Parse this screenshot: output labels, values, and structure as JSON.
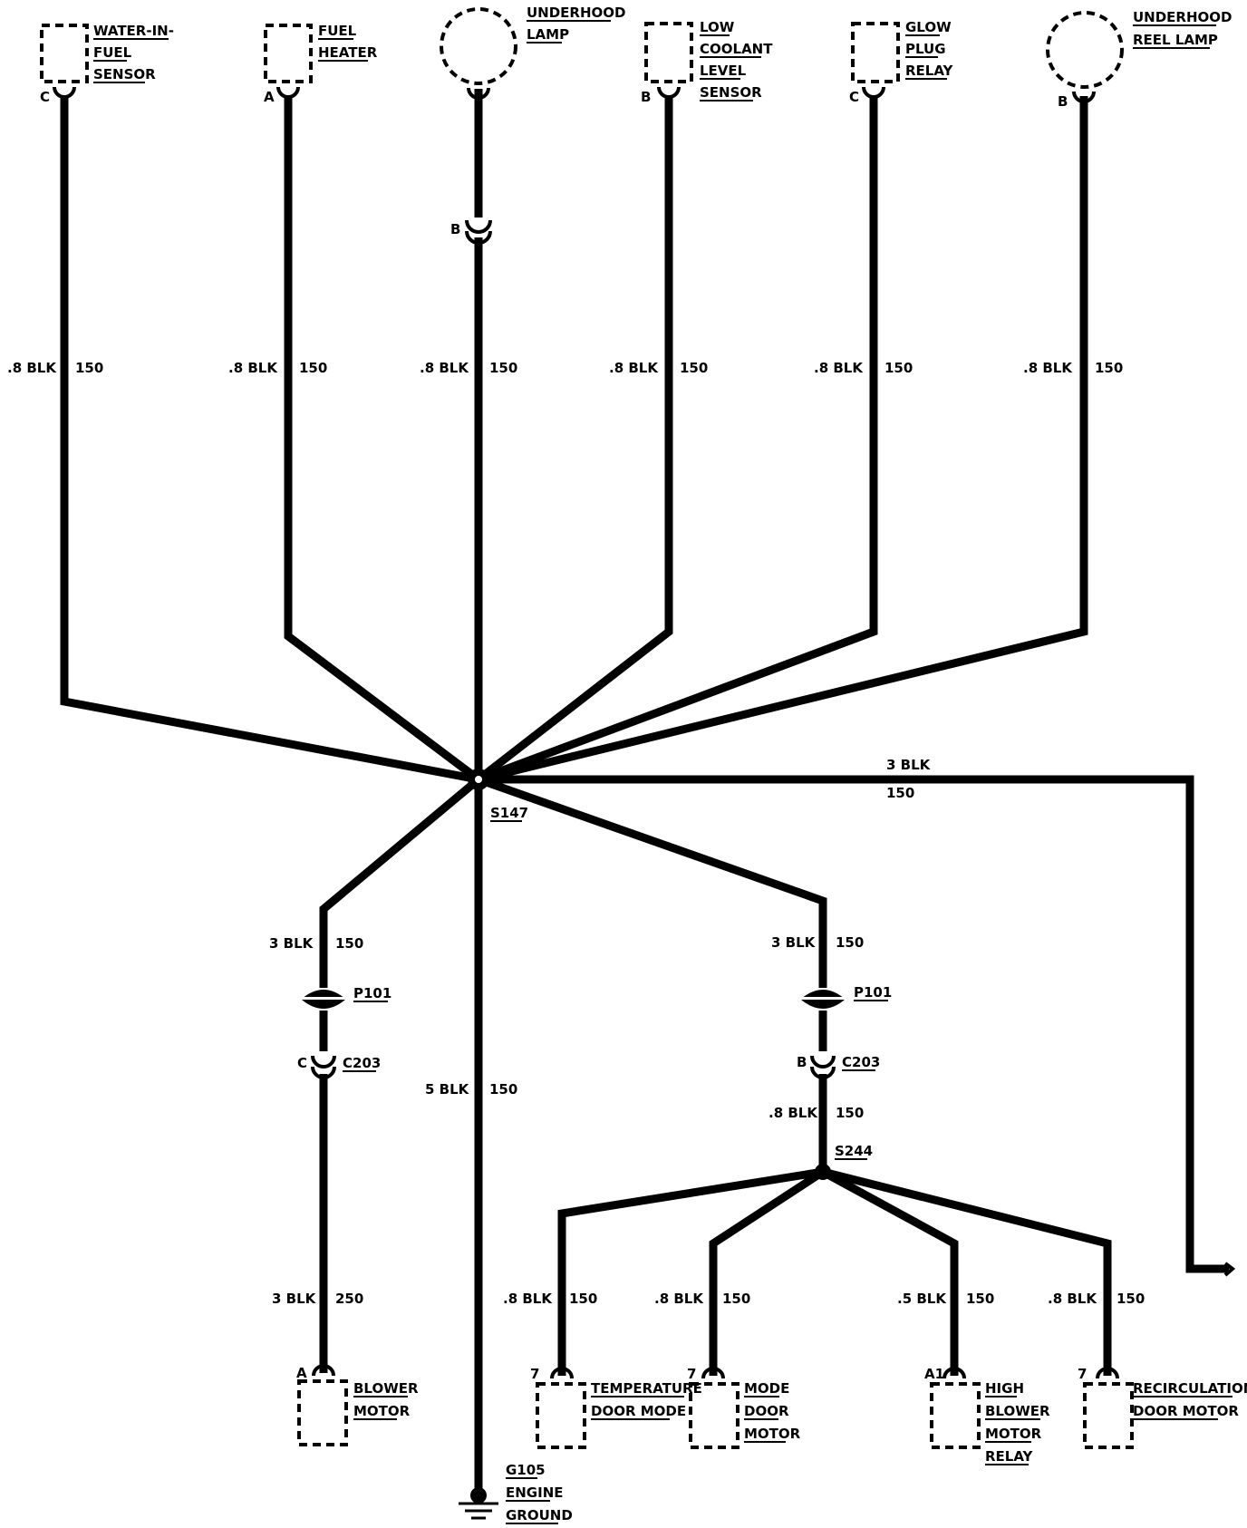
{
  "top_components": [
    {
      "lines": [
        "WATER-IN-",
        "FUEL",
        "SENSOR"
      ],
      "pin": "C",
      "wire_gauge": ".8 BLK",
      "circuit": "150"
    },
    {
      "lines": [
        "FUEL",
        "HEATER"
      ],
      "pin": "A",
      "wire_gauge": ".8 BLK",
      "circuit": "150"
    },
    {
      "lines": [
        "UNDERHOOD",
        "LAMP"
      ],
      "pin": "B",
      "wire_gauge": ".8 BLK",
      "circuit": "150"
    },
    {
      "lines": [
        "LOW",
        "COOLANT",
        "LEVEL",
        "SENSOR"
      ],
      "pin": "B",
      "wire_gauge": ".8 BLK",
      "circuit": "150"
    },
    {
      "lines": [
        "GLOW",
        "PLUG",
        "RELAY"
      ],
      "pin": "C",
      "wire_gauge": ".8 BLK",
      "circuit": "150"
    },
    {
      "lines": [
        "UNDERHOOD",
        "REEL LAMP"
      ],
      "pin": "B",
      "wire_gauge": ".8 BLK",
      "circuit": "150"
    }
  ],
  "splices": {
    "main": "S147",
    "secondary": "S244"
  },
  "right_branch": {
    "wire_gauge": "3 BLK",
    "circuit": "150"
  },
  "left_branch": {
    "wire_gauge": "3 BLK",
    "circuit": "150",
    "connector": "P101",
    "c203_pin": "C",
    "c203": "C203",
    "lower_wire_gauge": "3 BLK",
    "lower_circuit": "250",
    "component": {
      "lines": [
        "BLOWER",
        "MOTOR"
      ],
      "pin": "A"
    }
  },
  "ground_branch": {
    "wire_gauge": "5 BLK",
    "circuit": "150",
    "ground": {
      "lines": [
        "G105",
        "ENGINE",
        "GROUND"
      ]
    }
  },
  "center_right_branch": {
    "wire_gauge": "3 BLK",
    "circuit": "150",
    "connector": "P101",
    "c203_pin": "B",
    "c203": "C203",
    "lower_wire_gauge": ".8 BLK",
    "lower_circuit": "150"
  },
  "s244_components": [
    {
      "lines": [
        "TEMPERATURE",
        "DOOR MODE"
      ],
      "pin": "7",
      "wire_gauge": ".8 BLK",
      "circuit": "150"
    },
    {
      "lines": [
        "MODE",
        "DOOR",
        "MOTOR"
      ],
      "pin": "7",
      "wire_gauge": ".8 BLK",
      "circuit": "150"
    },
    {
      "lines": [
        "HIGH",
        "BLOWER",
        "MOTOR",
        "RELAY"
      ],
      "pin": "A1",
      "wire_gauge": ".5 BLK",
      "circuit": "150"
    },
    {
      "lines": [
        "RECIRCULATION",
        "DOOR MOTOR"
      ],
      "pin": "7",
      "wire_gauge": ".8 BLK",
      "circuit": "150"
    }
  ]
}
